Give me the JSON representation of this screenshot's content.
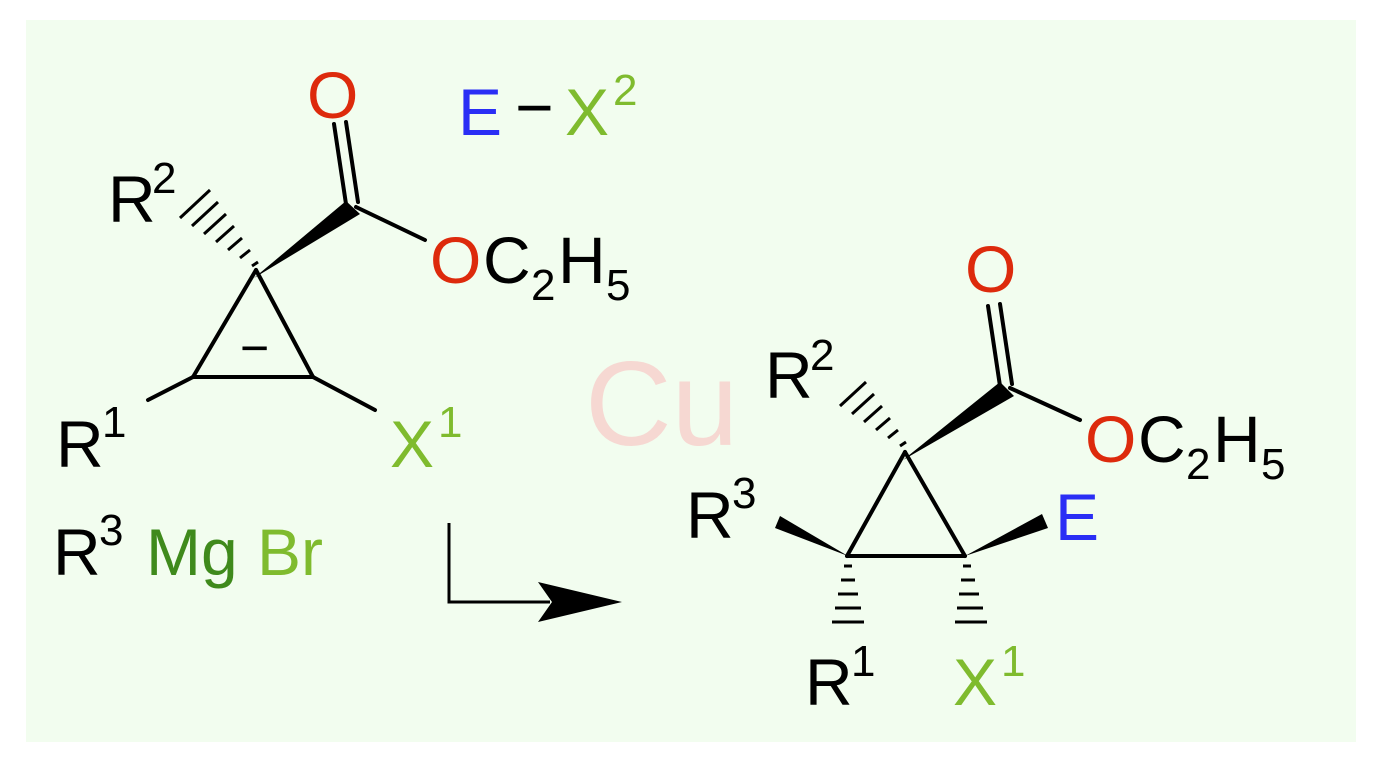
{
  "colors": {
    "background_panel": "#f2fdef",
    "bond": "#000000",
    "oxygen": "#dd2a0c",
    "electrophile": "#2a2ef5",
    "halogen": "#7fbb2e",
    "magnesium": "#3f8a1c",
    "catalyst": "#f6d8d2",
    "text": "#000000"
  },
  "reactant": {
    "carbonyl_o": "O",
    "ester_o": "O",
    "ester_c": "C",
    "ester_c_sub": "2",
    "ester_h": "H",
    "ester_h_sub": "5",
    "r2": "R",
    "r2_sup": "2",
    "r1": "R",
    "r1_sup": "1",
    "x1": "X",
    "x1_sup": "1",
    "charge": "−"
  },
  "electrophile": {
    "e": "E",
    "dash": "−",
    "x2": "X",
    "x2_sup": "2"
  },
  "grignard": {
    "r3": "R",
    "r3_sup": "3",
    "mg": "Mg",
    "br": "Br"
  },
  "catalyst": "Cu",
  "product": {
    "carbonyl_o": "O",
    "ester_o": "O",
    "ester_c": "C",
    "ester_c_sub": "2",
    "ester_h": "H",
    "ester_h_sub": "5",
    "r2": "R",
    "r2_sup": "2",
    "r3": "R",
    "r3_sup": "3",
    "e": "E",
    "r1": "R",
    "r1_sup": "1",
    "x1": "X",
    "x1_sup": "1"
  }
}
